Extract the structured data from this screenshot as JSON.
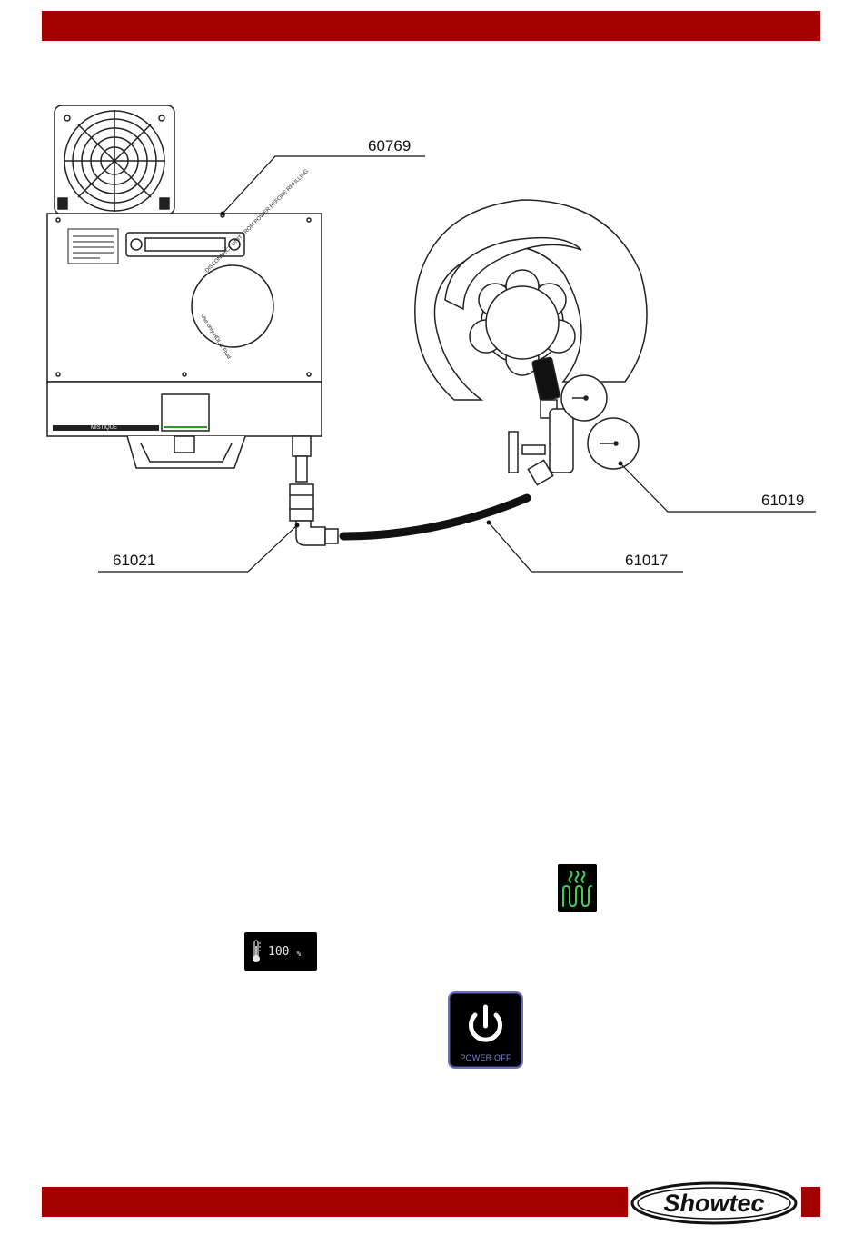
{
  "header": {
    "bar_color": "#a50000"
  },
  "diagram": {
    "labels": {
      "part_a": "60769",
      "part_b": "61019",
      "part_c": "61021",
      "part_d": "61017"
    },
    "tank_lid_text": "Use only HDL-1 Fluid",
    "tank_warning_text": "DISCONNECT UNIT FROM POWER BEFORE REFILLING",
    "front_brand": "MISTIQUE"
  },
  "icons": {
    "heater": "heater-icon",
    "temperature": {
      "icon": "thermometer-icon",
      "value": "100",
      "unit": "%"
    },
    "power": {
      "icon": "power-icon",
      "label": "POWER OFF",
      "accent": "#7d7fd0"
    }
  },
  "footer": {
    "bar_color": "#a50000",
    "logo_text": "Showtec"
  }
}
